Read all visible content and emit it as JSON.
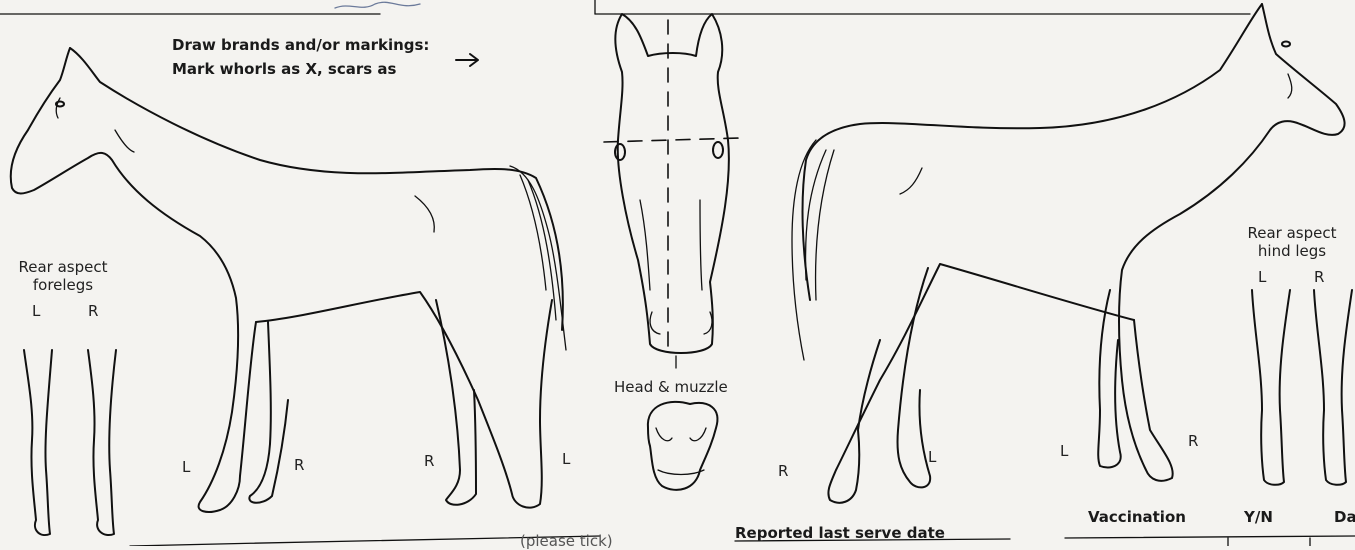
{
  "instructions": {
    "line1": "Draw brands and/or markings:",
    "line2": "Mark whorls as X, scars as"
  },
  "forelegs": {
    "title_line1": "Rear aspect",
    "title_line2": "forelegs",
    "left": "L",
    "right": "R"
  },
  "hindlegs": {
    "title_line1": "Rear aspect",
    "title_line2": "hind legs",
    "left": "L",
    "right": "R"
  },
  "head": {
    "caption": "Head & muzzle"
  },
  "left_horse": {
    "leg_labels": [
      "L",
      "R",
      "R",
      "L"
    ]
  },
  "right_horse": {
    "leg_labels": [
      "R",
      "L",
      "L",
      "R"
    ]
  },
  "bottom": {
    "tick_text": "(please tick)",
    "serve_date": "Reported last serve date",
    "table_headers": [
      "Vaccination",
      "Y/N",
      "Da"
    ]
  }
}
